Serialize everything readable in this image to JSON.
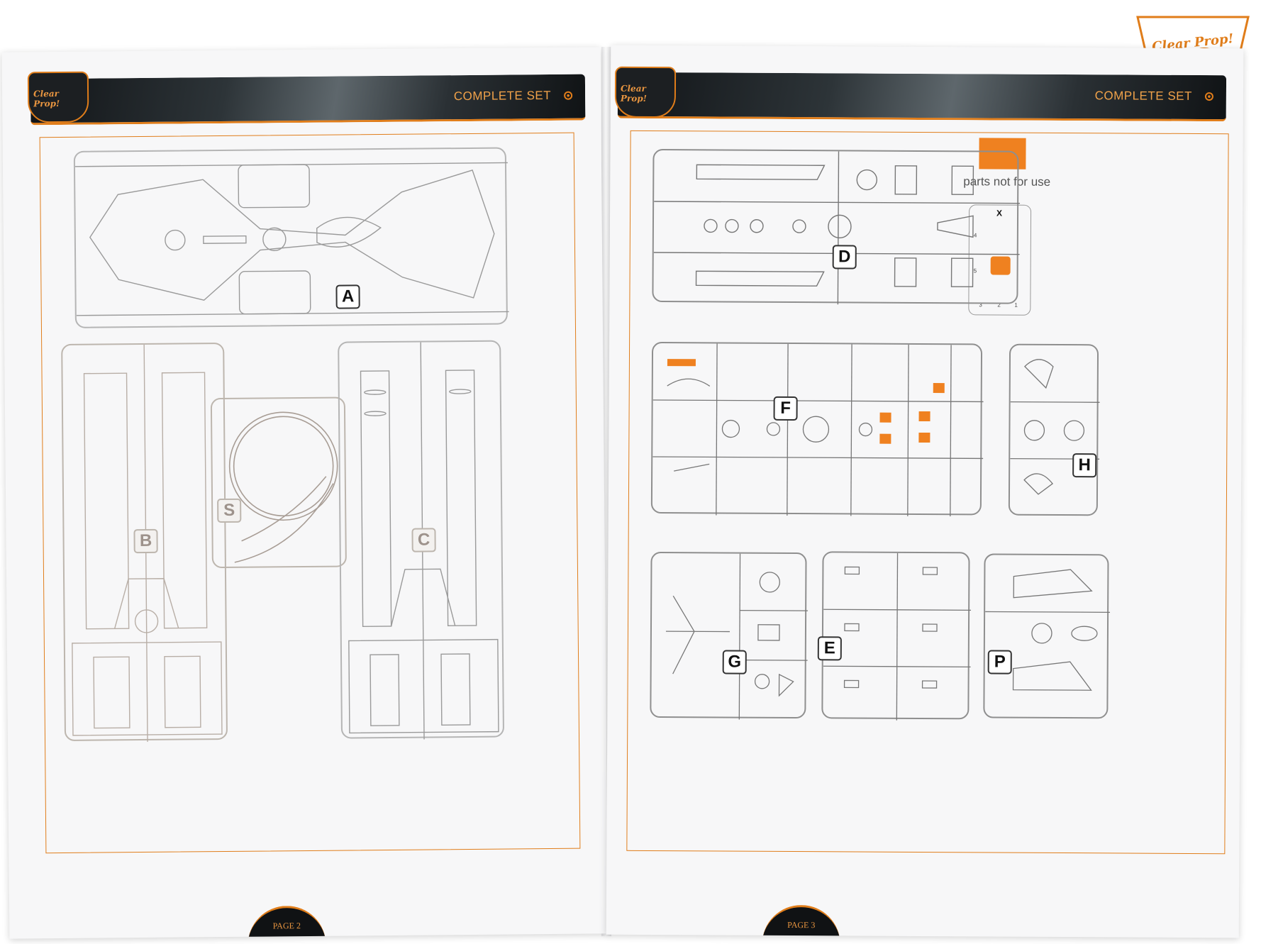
{
  "brand": {
    "logo_text": "Clear Prop!"
  },
  "colors": {
    "accent": "#e07d1a",
    "header_dark": "#1c2226",
    "not_for_use": "#ef8120"
  },
  "left_page": {
    "header_title": "COMPLETE SET",
    "page_label": "PAGE 2",
    "sprues": [
      "A",
      "B",
      "C",
      "S"
    ]
  },
  "right_page": {
    "header_title": "COMPLETE SET",
    "page_label": "PAGE 3",
    "sprues": [
      "D",
      "F",
      "H",
      "G",
      "E",
      "P"
    ],
    "legend": {
      "text": "parts not for use",
      "x_label": "X",
      "mini_numbers": [
        "4",
        "5",
        "3",
        "2",
        "1"
      ]
    }
  }
}
